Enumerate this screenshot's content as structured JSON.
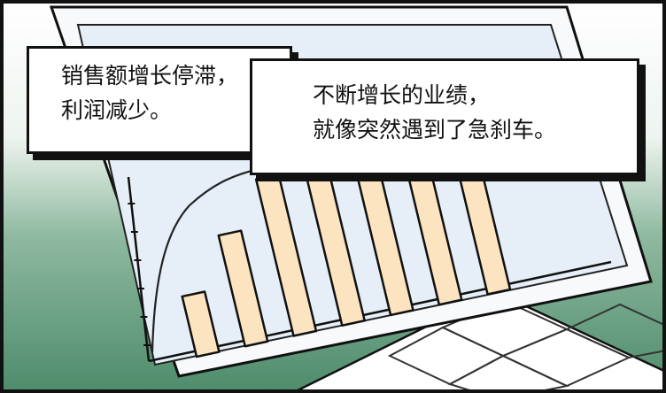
{
  "captions": {
    "first": [
      "销售额增长停滞，",
      "利润减少。"
    ],
    "second": [
      "不断增长的业绩，",
      "就像突然遇到了急刹车。"
    ]
  },
  "chart_data": {
    "type": "bar",
    "values": [
      2.5,
      4.6,
      6.5,
      7.0,
      7.6,
      7.0,
      6.6
    ],
    "ylim": [
      0,
      8.5
    ],
    "bar_color": "#fbe4bf",
    "xlabel": "",
    "ylabel": ""
  },
  "colors": {
    "background_green": "#5e9a78",
    "screen": "#e6eff8",
    "outline": "#111111"
  }
}
